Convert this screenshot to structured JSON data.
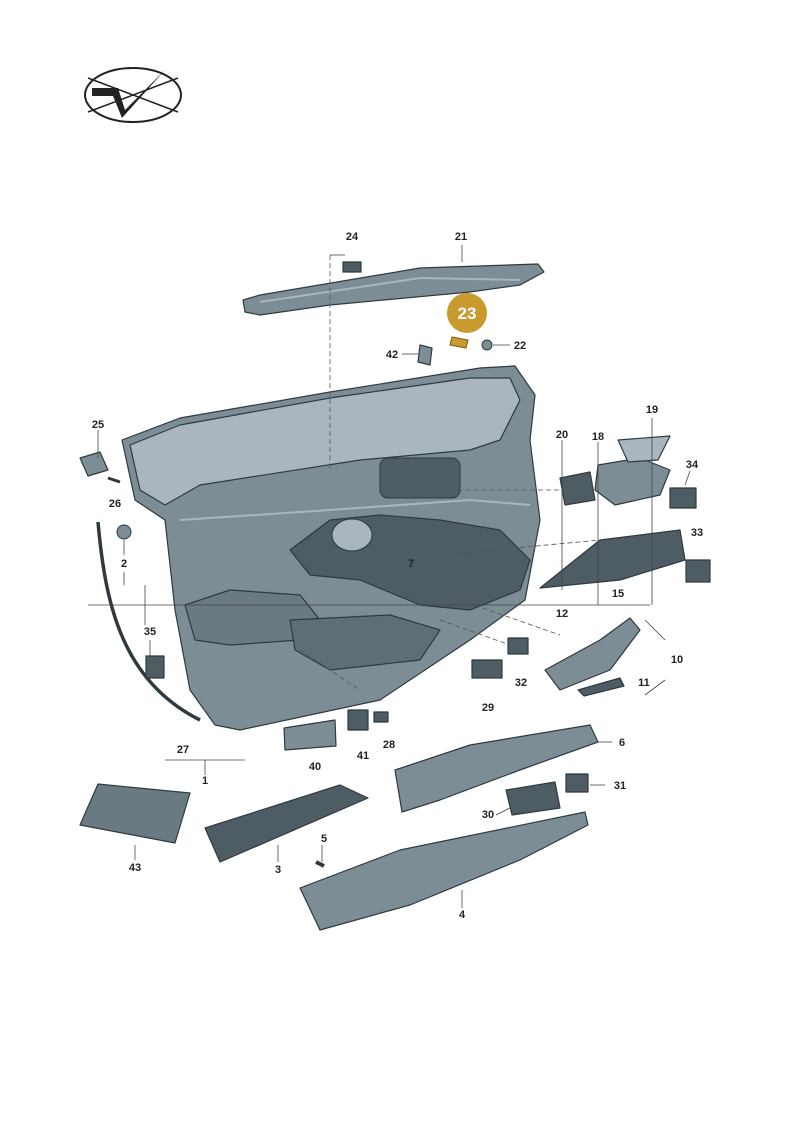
{
  "diagram": {
    "callouts": [
      {
        "id": "c24",
        "text": "24"
      },
      {
        "id": "c21",
        "text": "21"
      },
      {
        "id": "c23",
        "text": "23"
      },
      {
        "id": "c22",
        "text": "22"
      },
      {
        "id": "c42",
        "text": "42"
      },
      {
        "id": "c25",
        "text": "25"
      },
      {
        "id": "c26",
        "text": "26"
      },
      {
        "id": "c2",
        "text": "2"
      },
      {
        "id": "c20",
        "text": "20"
      },
      {
        "id": "c18",
        "text": "18"
      },
      {
        "id": "c19",
        "text": "19"
      },
      {
        "id": "c34",
        "text": "34"
      },
      {
        "id": "c33",
        "text": "33"
      },
      {
        "id": "c7",
        "text": "7"
      },
      {
        "id": "c15",
        "text": "15"
      },
      {
        "id": "c12",
        "text": "12"
      },
      {
        "id": "c35",
        "text": "35"
      },
      {
        "id": "c10",
        "text": "10"
      },
      {
        "id": "c32",
        "text": "32"
      },
      {
        "id": "c11",
        "text": "11"
      },
      {
        "id": "c29",
        "text": "29"
      },
      {
        "id": "c27",
        "text": "27"
      },
      {
        "id": "c1",
        "text": "1"
      },
      {
        "id": "c40",
        "text": "40"
      },
      {
        "id": "c41",
        "text": "41"
      },
      {
        "id": "c28",
        "text": "28"
      },
      {
        "id": "c6",
        "text": "6"
      },
      {
        "id": "c31",
        "text": "31"
      },
      {
        "id": "c30",
        "text": "30"
      },
      {
        "id": "c5",
        "text": "5"
      },
      {
        "id": "c43",
        "text": "43"
      },
      {
        "id": "c3",
        "text": "3"
      },
      {
        "id": "c4",
        "text": "4"
      }
    ],
    "highlight": {
      "label": "23",
      "color": "#c99a2e"
    },
    "colors": {
      "part_fill": "#7d8d96",
      "part_dark": "#4e5c64",
      "part_light": "#a9b6bd",
      "outline": "#2f3a40"
    }
  }
}
